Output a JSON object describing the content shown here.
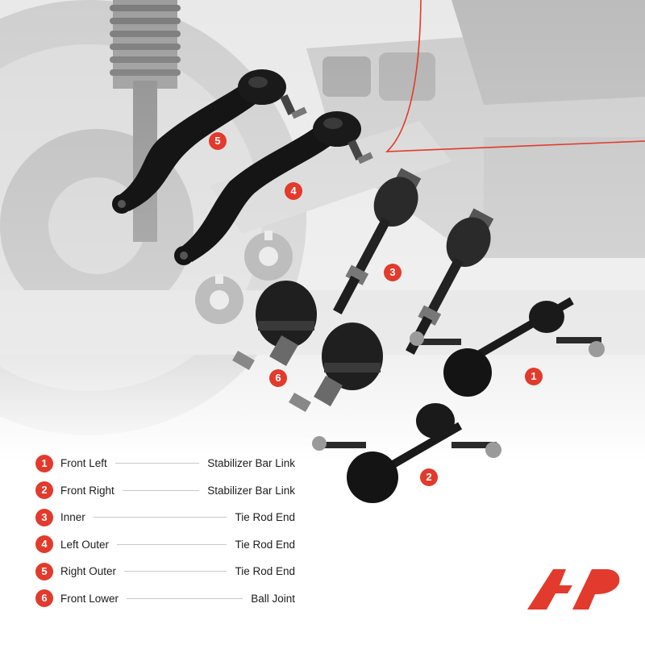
{
  "callouts": [
    "5",
    "4",
    "3",
    "6",
    "1",
    "2"
  ],
  "legend": [
    {
      "num": "1",
      "left": "Front Left",
      "right": "Stabilizer Bar Link"
    },
    {
      "num": "2",
      "left": "Front Right",
      "right": "Stabilizer Bar Link"
    },
    {
      "num": "3",
      "left": "Inner",
      "right": "Tie Rod End"
    },
    {
      "num": "4",
      "left": "Left Outer",
      "right": "Tie Rod End"
    },
    {
      "num": "5",
      "left": "Right Outer",
      "right": "Tie Rod End"
    },
    {
      "num": "6",
      "left": "Front Lower",
      "right": "Ball Joint"
    }
  ],
  "colors": {
    "accent": "#e23a2c",
    "text": "#1c1c1c",
    "part": "#151515"
  },
  "icons": [
    "suspension-background-photo",
    "tie-rod-end-icon",
    "inner-tie-rod-icon",
    "ball-joint-icon",
    "stabilizer-link-icon",
    "lock-washer-icon",
    "brand-logo-icon"
  ]
}
